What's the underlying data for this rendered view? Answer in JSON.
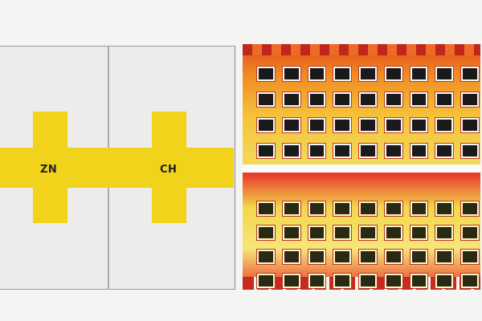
{
  "labels": {
    "left_node": "ZN",
    "right_node": "CH"
  },
  "colors": {
    "background": "#f4f4f2",
    "panel": "#ececea",
    "highlight": "#f2d31b",
    "facade_red": "#e04a1c",
    "facade_yellow": "#f6c23a"
  },
  "icons": {
    "left_shape": "cross-junction-icon",
    "right_image": "building-facade-image"
  }
}
